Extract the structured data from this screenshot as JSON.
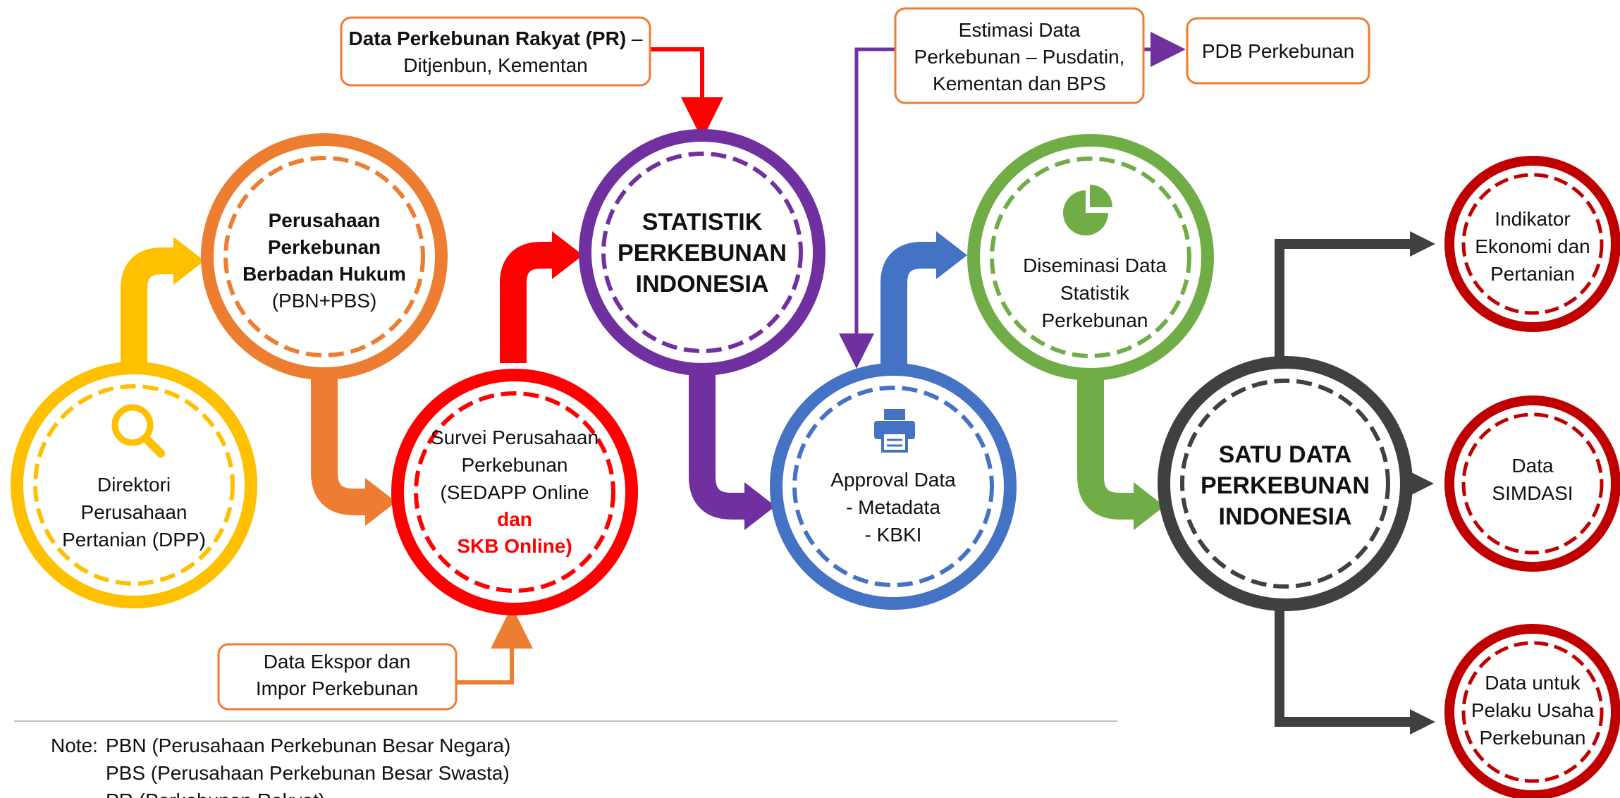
{
  "colors": {
    "yellow": "#ffc000",
    "orange": "#ed7d31",
    "red": "#ff0000",
    "purple": "#7030a0",
    "blue": "#4472c4",
    "green": "#70ad47",
    "dark": "#404040",
    "crimson": "#c00000"
  },
  "circles": {
    "dpp": {
      "icon": "magnifier-icon",
      "lines": [
        "Direktori",
        "Perusahaan",
        "Pertanian (DPP)"
      ]
    },
    "pbh": {
      "lines_bold": [
        "Perusahaan",
        "Perkebunan",
        "Berbadan Hukum"
      ],
      "line_regular": "(PBN+PBS)"
    },
    "survei": {
      "lines": [
        "Survei Perusahaan",
        "Perkebunan",
        "(SEDAPP Online"
      ],
      "lines_red": [
        "dan",
        "SKB Online)"
      ]
    },
    "statistik": {
      "lines": [
        "STATISTIK",
        "PERKEBUNAN",
        "INDONESIA"
      ]
    },
    "approval": {
      "icon": "printer-icon",
      "lines": [
        "Approval Data",
        "- Metadata",
        "- KBKI"
      ]
    },
    "diseminasi": {
      "icon": "pie-chart-icon",
      "lines": [
        "Diseminasi Data",
        "Statistik",
        "Perkebunan"
      ]
    },
    "satu_data": {
      "lines": [
        "SATU DATA",
        "PERKEBUNAN",
        "INDONESIA"
      ]
    },
    "indikator": {
      "lines": [
        "Indikator",
        "Ekonomi dan",
        "Pertanian"
      ]
    },
    "simdasi": {
      "lines": [
        "Data",
        "SIMDASI"
      ]
    },
    "pelaku": {
      "lines": [
        "Data untuk",
        "Pelaku Usaha",
        "Perkebunan"
      ]
    }
  },
  "boxes": {
    "rakyat": {
      "line1_bold": "Data Perkebunan Rakyat (PR)",
      "line1_rest": " –",
      "line2": "Ditjenbun, Kementan"
    },
    "estimasi": {
      "lines": [
        "Estimasi Data",
        "Perkebunan – Pusdatin,",
        "Kementan dan BPS"
      ]
    },
    "pdb": {
      "label": "PDB Perkebunan"
    },
    "ekspor": {
      "lines": [
        "Data Ekspor dan",
        "Impor Perkebunan"
      ]
    }
  },
  "note": {
    "prefix": "Note:",
    "lines": [
      "PBN (Perusahaan Perkebunan Besar Negara)",
      "PBS (Perusahaan Perkebunan Besar Swasta)",
      "PR (Perkebunan Rakyat)"
    ]
  }
}
